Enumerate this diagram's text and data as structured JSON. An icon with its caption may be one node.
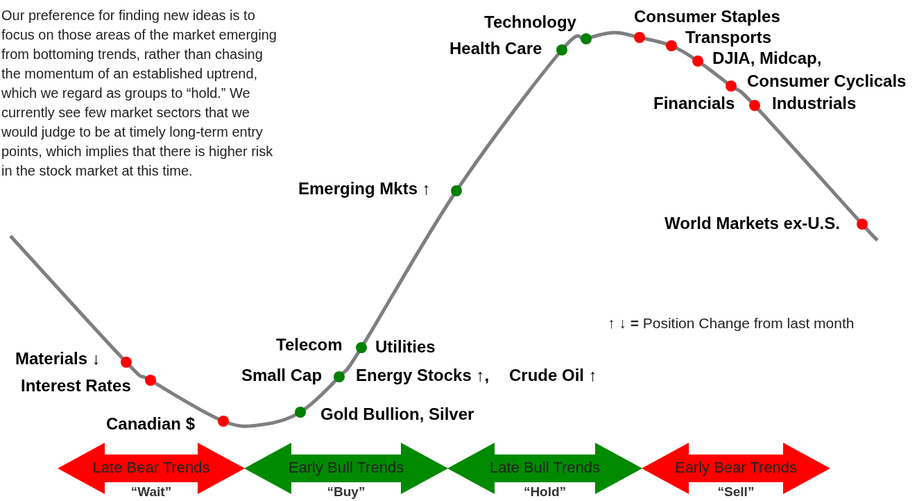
{
  "diagram": {
    "nodes": [
      {
        "text": [
          "Late Bear Trends"
        ],
        "beside": [
          "“Wait”"
        ]
      },
      {
        "text": [
          "Early Bull Trends"
        ],
        "beside": [
          "“Buy”"
        ]
      },
      {
        "text": [
          "Late Bull Trends"
        ],
        "beside": [
          "“Hold”"
        ]
      },
      {
        "text": [
          "Early Bear Trends"
        ],
        "beside": [
          "“Sell”"
        ]
      }
    ],
    "labels": [
      "Our preference for finding new ideas is to focus on those areas of the market emerging from bottoming trends, rather than chasing the momentum of an established uptrend, which we regard as groups to “hold.” We currently see few market sectors that we would judge to be at timely long-term entry points, which implies that there is higher risk in the stock market at this time.",
      "Technology",
      "Consumer Staples",
      "Health Care",
      "Transports",
      "DJIA, Midcap,",
      "Consumer Cyclicals",
      "Financials",
      "Industrials",
      "Emerging Mkts ↑",
      "World Markets ex-U.S.",
      "**↑ ↓ =** Position Change from last month",
      "Telecom",
      "Utilities",
      "Materials ↓",
      "Small Cap",
      "Energy Stocks ↑,",
      "Crude Oil ↑",
      "Interest Rates",
      "Gold Bullion, Silver",
      "Canadian $"
    ]
  }
}
